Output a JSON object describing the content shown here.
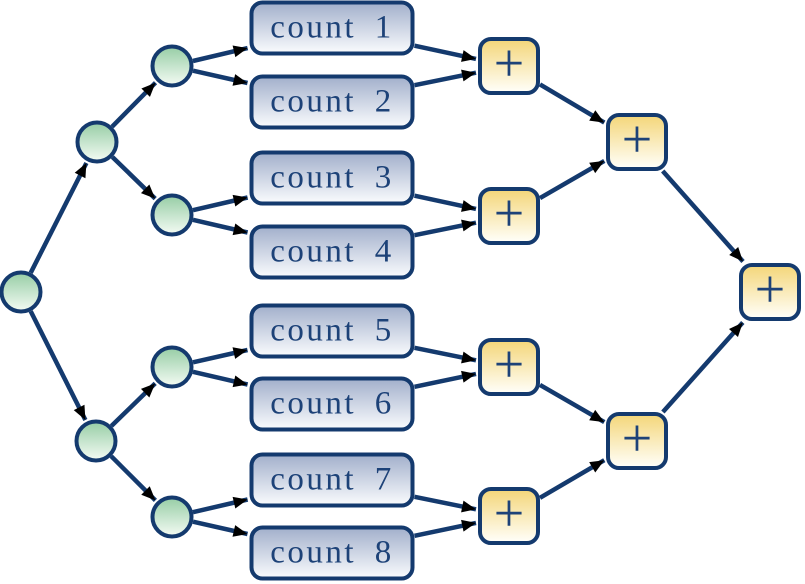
{
  "diagram": {
    "type": "fork-join-reduction-tree",
    "count_labels": [
      "count 1",
      "count 2",
      "count 3",
      "count 4",
      "count 5",
      "count 6",
      "count 7",
      "count 8"
    ],
    "plus_label": "+",
    "colors": {
      "line": "#143a6e",
      "arrowhead": "#000000",
      "text": "#1d4278",
      "count_box_top": "#a5b2cd",
      "count_box_bottom": "#f7f9fc",
      "plus_box_top": "#f4d77d",
      "plus_box_bottom": "#fffef7",
      "fork_circle_top": "#9bcfa9",
      "fork_circle_bottom": "#f0f9f0"
    },
    "edges": [
      [
        "root",
        "f1"
      ],
      [
        "root",
        "f2"
      ],
      [
        "f1",
        "f3"
      ],
      [
        "f1",
        "f4"
      ],
      [
        "f2",
        "f5"
      ],
      [
        "f2",
        "f6"
      ],
      [
        "f3",
        "c1"
      ],
      [
        "f3",
        "c2"
      ],
      [
        "f4",
        "c3"
      ],
      [
        "f4",
        "c4"
      ],
      [
        "f5",
        "c5"
      ],
      [
        "f5",
        "c6"
      ],
      [
        "f6",
        "c7"
      ],
      [
        "f6",
        "c8"
      ],
      [
        "c1",
        "p1"
      ],
      [
        "c2",
        "p1"
      ],
      [
        "c3",
        "p2"
      ],
      [
        "c4",
        "p2"
      ],
      [
        "c5",
        "p3"
      ],
      [
        "c6",
        "p3"
      ],
      [
        "c7",
        "p4"
      ],
      [
        "c8",
        "p4"
      ],
      [
        "p1",
        "pm1"
      ],
      [
        "p2",
        "pm1"
      ],
      [
        "p3",
        "pm2"
      ],
      [
        "p4",
        "pm2"
      ],
      [
        "pm1",
        "pfinal"
      ],
      [
        "pm2",
        "pfinal"
      ]
    ]
  }
}
